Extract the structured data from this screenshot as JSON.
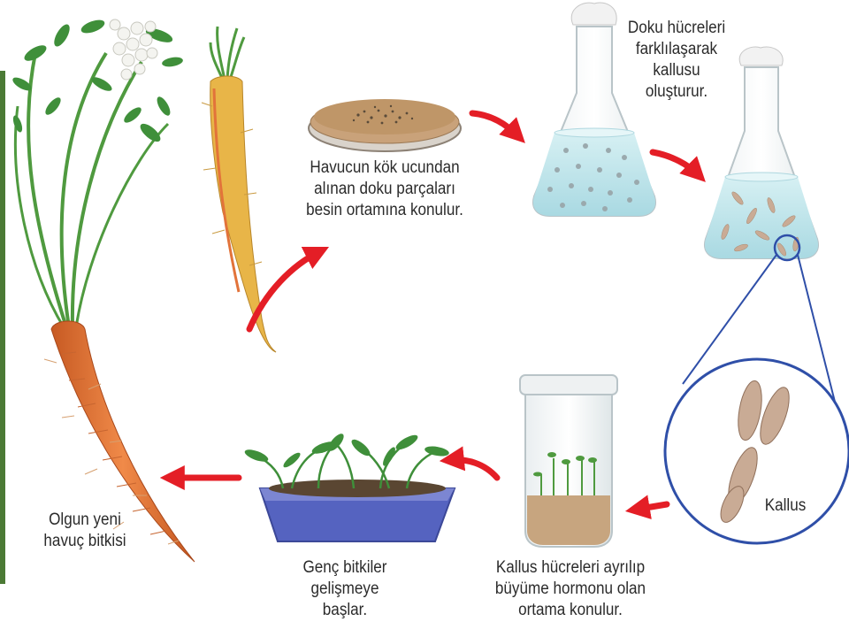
{
  "captions": {
    "tissue": [
      "Havucun kök ucundan",
      "alınan doku parçaları",
      "besin ortamına konulur."
    ],
    "callus_forming": [
      "Doku hücreleri",
      "farklılaşarak",
      "kallusu",
      "oluşturur."
    ],
    "callus": "Kallus",
    "hormone": [
      "Kallus hücreleri ayrılıp",
      "büyüme hormonu olan",
      "ortama konulur."
    ],
    "young": [
      "Genç bitkiler",
      "gelişmeye",
      "başlar."
    ],
    "mature": [
      "Olgun yeni",
      "havuç bitkisi"
    ]
  },
  "colors": {
    "arrow": "#e41e26",
    "magnifier": "#2f4fa8",
    "medium": "#c9e9ee",
    "carrot": "#e37c3d",
    "root": "#e8b548",
    "tray": "#5563c0",
    "soil": "#5a4632",
    "leaf": "#3f8f3a"
  }
}
